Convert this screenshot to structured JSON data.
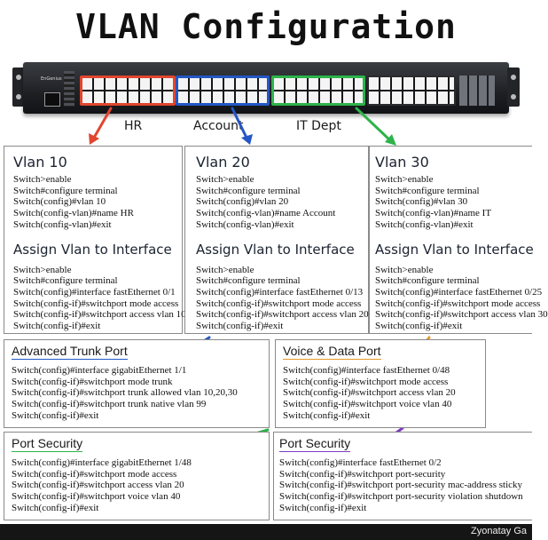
{
  "title": "VLAN Configuration",
  "switch": {
    "brand": "EnGenius"
  },
  "labels": {
    "hr": "HR",
    "account": "Account",
    "it": "IT Dept"
  },
  "vlan10": {
    "heading": "Vlan 10",
    "create": [
      "Switch>enable",
      "Switch#configure terminal",
      "Switch(config)#vlan 10",
      "Switch(config-vlan)#name HR",
      "Switch(config-vlan)#exit"
    ],
    "assign_heading": "Assign Vlan to Interface",
    "assign": [
      "Switch>enable",
      "Switch#configure terminal",
      "Switch(config)#interface fastEthernet 0/1",
      "Switch(config-if)#switchport mode access",
      "Switch(config-if)#switchport access vlan 10",
      "Switch(config-if)#exit"
    ]
  },
  "vlan20": {
    "heading": "Vlan 20",
    "create": [
      "Switch>enable",
      "Switch#configure terminal",
      "Switch(config)#vlan 20",
      "Switch(config-vlan)#name Account",
      "Switch(config-vlan)#exit"
    ],
    "assign_heading": "Assign Vlan to Interface",
    "assign": [
      "Switch>enable",
      "Switch#configure terminal",
      "Switch(config)#interface fastEthernet 0/13",
      "Switch(config-if)#switchport mode access",
      "Switch(config-if)#switchport access vlan 20",
      "Switch(config-if)#exit"
    ]
  },
  "vlan30": {
    "heading": "Vlan 30",
    "create": [
      "Switch>enable",
      "Switch#configure terminal",
      "Switch(config)#vlan 30",
      "Switch(config-vlan)#name IT",
      "Switch(config-vlan)#exit"
    ],
    "assign_heading": "Assign Vlan to Interface",
    "assign": [
      "Switch>enable",
      "Switch#configure terminal",
      "Switch(config)#interface fastEthernet 0/25",
      "Switch(config-if)#switchport mode access",
      "Switch(config-if)#switchport access vlan 30",
      "Switch(config-if)#exit"
    ]
  },
  "trunk": {
    "heading": "Advanced Trunk Port",
    "lines": [
      "Switch(config)#interface gigabitEthernet 1/1",
      "Switch(config-if)#switchport mode trunk",
      "Switch(config-if)#switchport trunk allowed vlan 10,20,30",
      "Switch(config-if)#switchport trunk native vlan 99",
      "Switch(config-if)#exit"
    ]
  },
  "voice": {
    "heading": "Voice & Data Port",
    "lines": [
      "Switch(config)#interface fastEthernet 0/48",
      "Switch(config-if)#switchport mode access",
      "Switch(config-if)#switchport access vlan 20",
      "Switch(config-if)#switchport voice vlan 40",
      "Switch(config-if)#exit"
    ]
  },
  "security1": {
    "heading": "Port Security",
    "lines": [
      "Switch(config)#interface gigabitEthernet 1/48",
      "Switch(config-if)#switchport mode access",
      "Switch(config-if)#switchport access vlan 20",
      "Switch(config-if)#switchport voice vlan 40",
      "Switch(config-if)#exit"
    ]
  },
  "security2": {
    "heading": "Port Security",
    "lines": [
      "Switch(config)#interface fastEthernet 0/2",
      "Switch(config-if)#switchport port-security",
      "Switch(config-if)#switchport port-security mac-address sticky",
      "Switch(config-if)#switchport port-security violation shutdown",
      "Switch(config-if)#exit"
    ]
  },
  "footer": {
    "credit": "Zyonatay Ga"
  },
  "colors": {
    "hr": "#e0462e",
    "account": "#2457c5",
    "it": "#2db34a",
    "voice": "#e29b2a",
    "security2": "#7a3cc0"
  }
}
